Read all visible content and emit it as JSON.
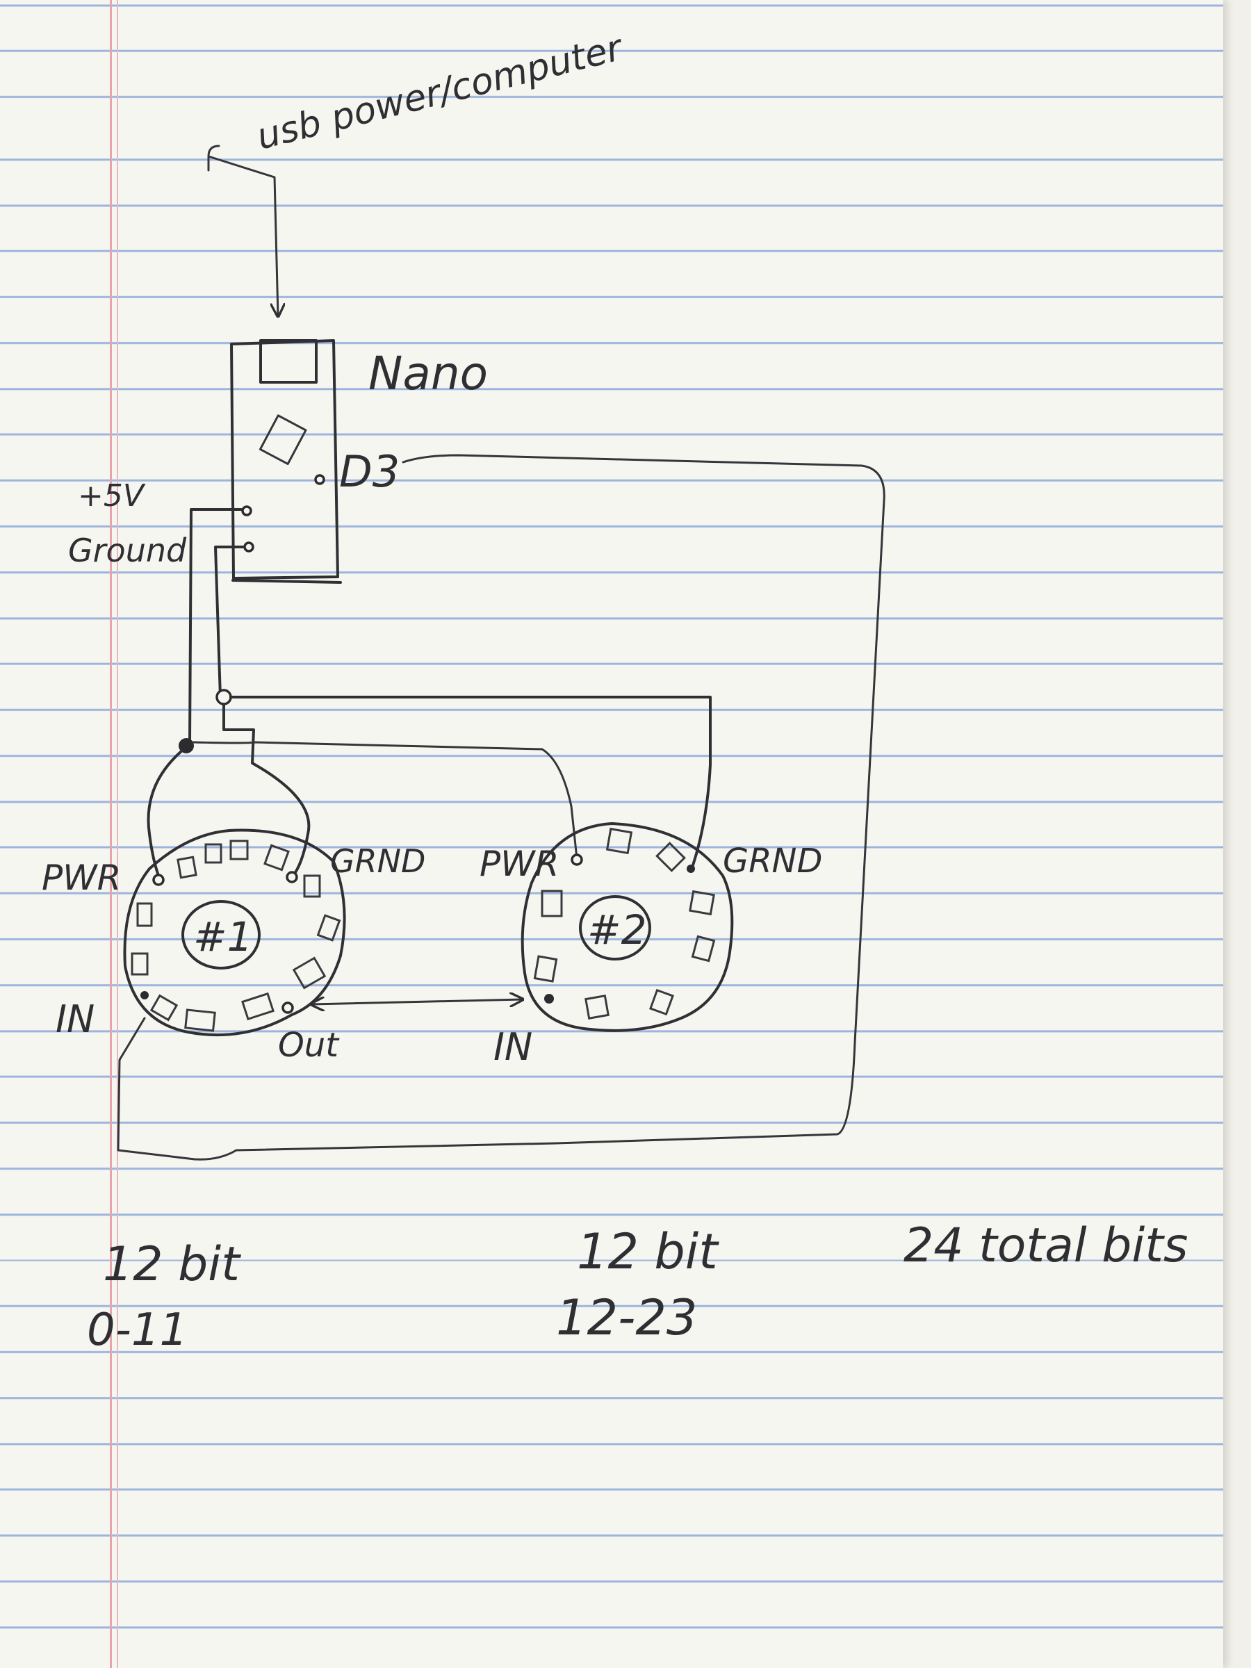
{
  "labels": {
    "usb": "usb power/computer",
    "nano": "Nano",
    "d3": "D3",
    "plus5v": "+5V",
    "ground": "Ground",
    "ring1_pwr": "PWR",
    "ring1_grnd": "GRND",
    "ring1_in": "IN",
    "ring1_out": "Out",
    "ring1_id": "#1",
    "ring2_pwr": "PWR",
    "ring2_grnd": "GRND",
    "ring2_in": "IN",
    "ring2_id": "#2"
  },
  "notes": {
    "ring1_bits": "12 bit",
    "ring1_range": "0-11",
    "ring2_bits": "12 bit",
    "ring2_range": "12-23",
    "total": "24 total bits"
  },
  "colors": {
    "ink": "#2f2f33",
    "paper": "#f6f6f1",
    "rule_line": "#9db5dc",
    "margin_line": "#e6a5ad"
  }
}
